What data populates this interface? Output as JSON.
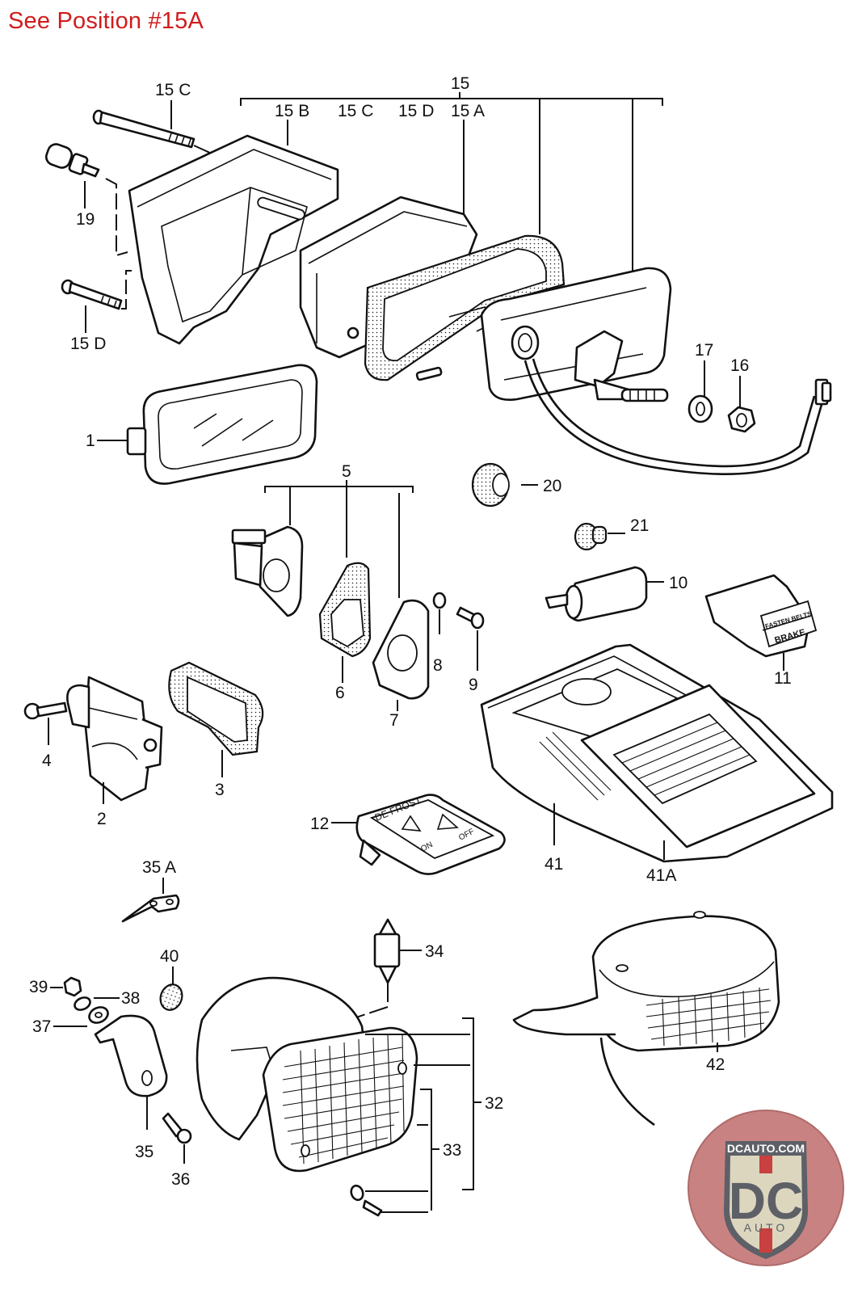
{
  "header": {
    "title": "See Position #15A",
    "title_color": "#d01c1c"
  },
  "callouts": {
    "c1": "1",
    "c2": "2",
    "c3": "3",
    "c4": "4",
    "c5": "5",
    "c6": "6",
    "c7": "7",
    "c8": "8",
    "c9": "9",
    "c10": "10",
    "c11": "11",
    "c12": "12",
    "c15": "15",
    "c15A": "15 A",
    "c15B": "15 B",
    "c15C_top": "15 C",
    "c15C": "15 C",
    "c15D_top": "15 D",
    "c15D": "15 D",
    "c16": "16",
    "c17": "17",
    "c19": "19",
    "c20": "20",
    "c21": "21",
    "c32": "32",
    "c33": "33",
    "c34": "34",
    "c35": "35",
    "c35A": "35 A",
    "c36": "36",
    "c37": "37",
    "c38": "38",
    "c39": "39",
    "c40": "40",
    "c41": "41",
    "c41A": "41A",
    "c42": "42"
  },
  "panel_labels": {
    "defrost_title": "DE FROST",
    "defrost_on": "ON",
    "defrost_off": "OFF",
    "warning_line1": "FASTEN BELTS",
    "warning_line2": "BRAKE"
  },
  "logo": {
    "top_text": "DCAUTO.COM",
    "monogram": "DC",
    "bottom_text": "AUTO",
    "ring_color": "#c98282",
    "shield_color": "#dcd6bf",
    "letters_color": "#5d6066",
    "stripe_color": "#c8403f"
  },
  "icons": {
    "logo": "dc-auto-shield-logo"
  }
}
